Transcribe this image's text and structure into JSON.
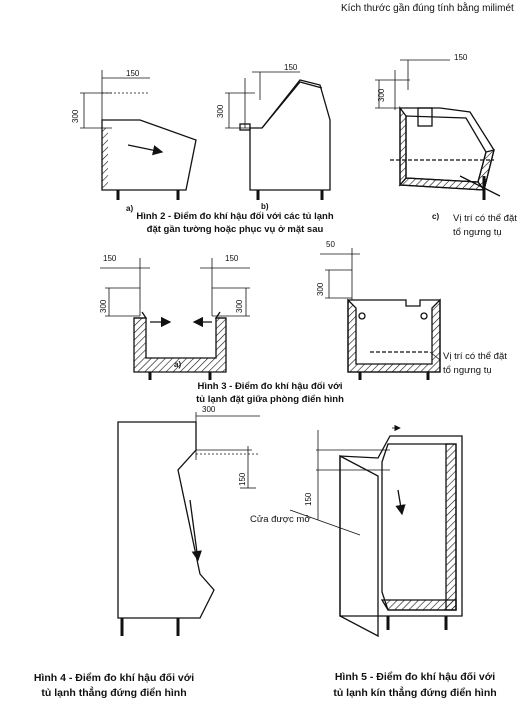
{
  "header": {
    "units_note": "Kích thước gần đúng tính bằng milimét"
  },
  "captions": {
    "fig2_line1": "Hình 2 - Điểm đo khí hậu đối với các tủ lạnh",
    "fig2_line2": "đặt gần tường hoặc phục vụ ở mặt sau",
    "fig3_line1": "Hình 3 - Điểm đo khí hậu đối với",
    "fig3_line2": "tủ lạnh đặt giữa phòng điển hình",
    "fig4_line1": "Hình 4 - Điểm đo khí hậu đối với",
    "fig4_line2": "tủ lạnh thẳng đứng điển hình",
    "fig5_line1": "Hình 5 - Điểm đo khí hậu đối với",
    "fig5_line2": "tủ lạnh kín thẳng đứng điển hình"
  },
  "notes": {
    "condenser_fig2_line1": "Vị trí có thể đặt",
    "condenser_fig2_line2": "tổ ngưng tụ",
    "condenser_fig3_line1": "Vị trí có thể đặt",
    "condenser_fig3_line2": "tổ ngưng tụ",
    "door_open": "Cửa được mở"
  },
  "sublabels": {
    "a": "a)",
    "b": "b)",
    "c": "c)",
    "a2": "a)"
  },
  "dimensions": {
    "d150": "150",
    "d300": "300",
    "d50": "50"
  },
  "colors": {
    "line": "#111111",
    "hatch": "#111111",
    "background": "#ffffff"
  }
}
